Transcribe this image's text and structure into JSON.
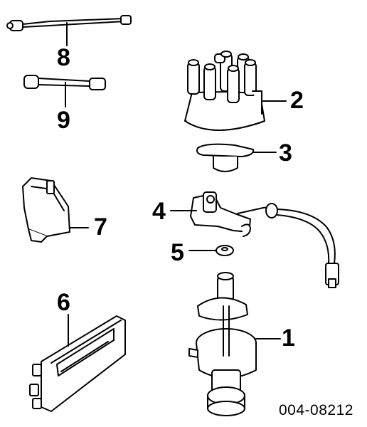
{
  "callouts": {
    "c1": "1",
    "c2": "2",
    "c3": "3",
    "c4": "4",
    "c5": "5",
    "c6": "6",
    "c7": "7",
    "c8": "8",
    "c9": "9"
  },
  "reference_number": "004-08212",
  "colors": {
    "line": "#000000",
    "fill": "#ffffff",
    "background": "#ffffff"
  }
}
